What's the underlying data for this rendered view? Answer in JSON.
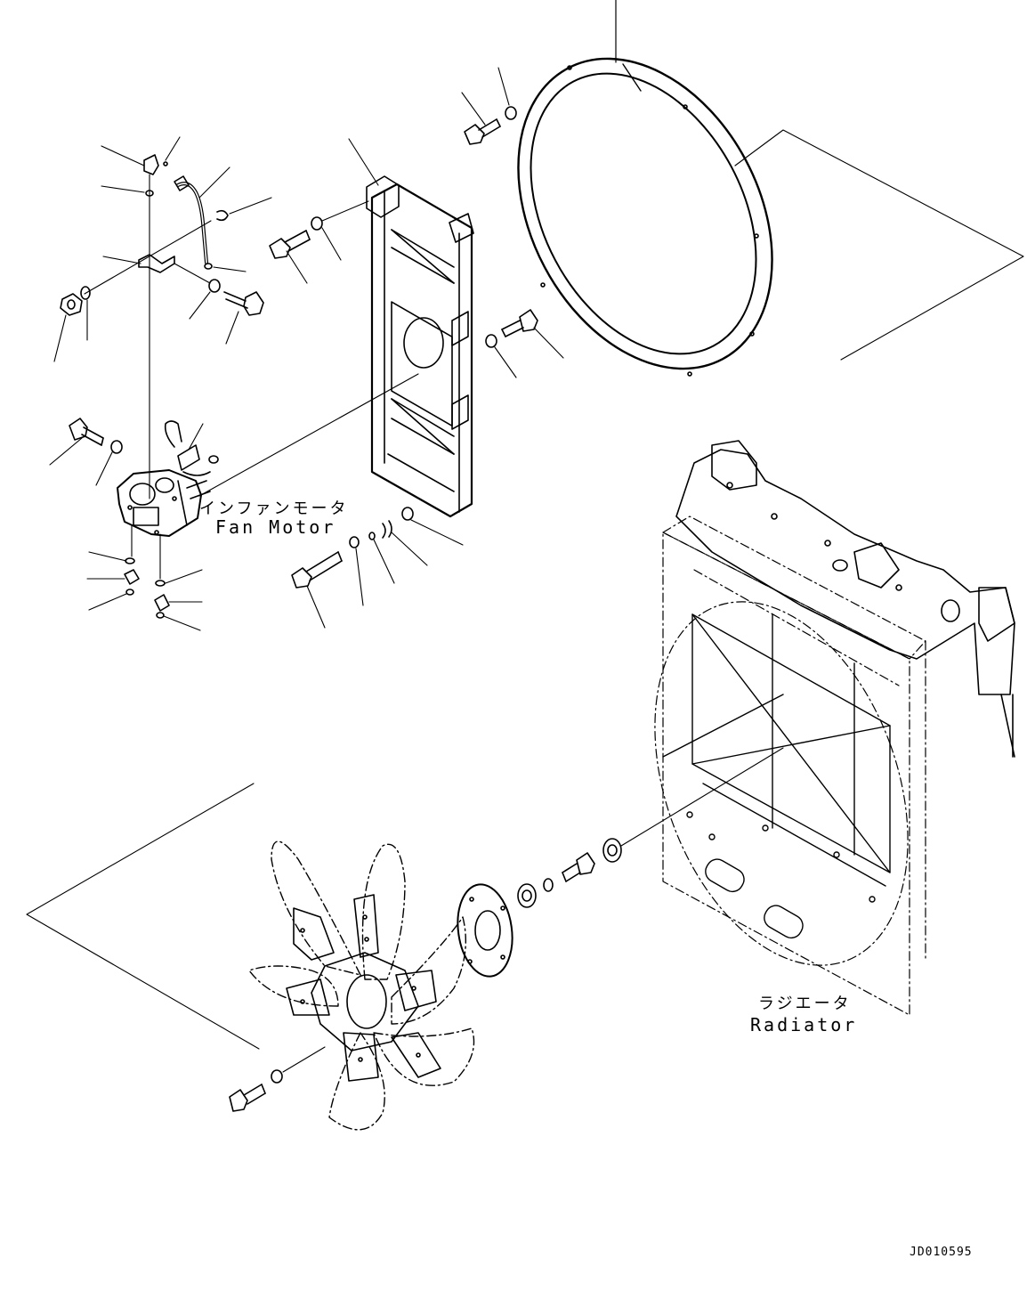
{
  "labels": {
    "fan_motor_jp": "インファンモータ",
    "fan_motor_en": "Fan Motor",
    "radiator_jp": "ラジエータ",
    "radiator_en": "Radiator"
  },
  "drawing_code": "JD010595"
}
